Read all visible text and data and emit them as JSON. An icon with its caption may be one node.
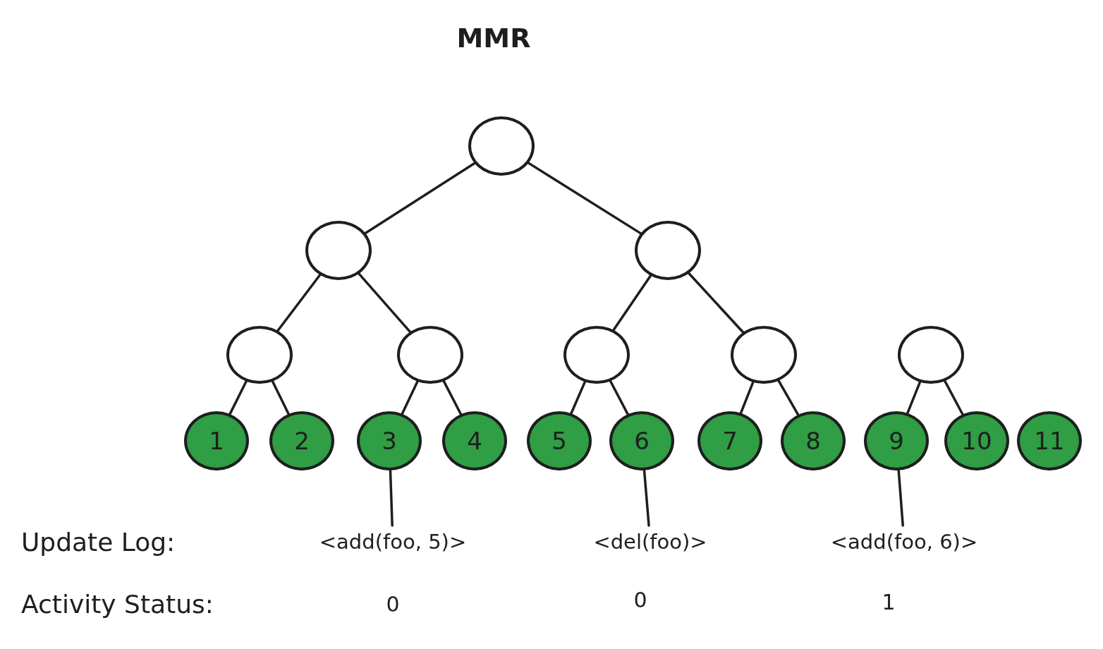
{
  "diagram": {
    "title": "MMR",
    "nodes": [
      {
        "text": [],
        "shape": "circle"
      },
      {
        "text": [],
        "shape": "circle"
      },
      {
        "text": [],
        "shape": "circle"
      },
      {
        "text": [],
        "shape": "circle"
      },
      {
        "text": [],
        "shape": "circle"
      },
      {
        "text": [],
        "shape": "circle"
      },
      {
        "text": [],
        "shape": "circle"
      },
      {
        "text": [],
        "shape": "circle"
      },
      {
        "text": [
          "1"
        ]
      },
      {
        "text": [
          "2"
        ]
      },
      {
        "text": [
          "3"
        ]
      },
      {
        "text": [
          "4"
        ]
      },
      {
        "text": [
          "5"
        ]
      },
      {
        "text": [
          "6"
        ]
      },
      {
        "text": [
          "7"
        ]
      },
      {
        "text": [
          "8"
        ]
      },
      {
        "text": [
          "9"
        ]
      },
      {
        "text": [
          "10"
        ]
      },
      {
        "text": [
          "11"
        ]
      },
      {
        "text": [
          "<add(foo, 5)>"
        ]
      },
      {
        "text": [
          "<del(foo)>"
        ]
      },
      {
        "text": [
          "<add(foo, 6)>"
        ]
      }
    ],
    "edges": [
      {
        "from": 0,
        "to": 1,
        "arrow": "none"
      },
      {
        "from": 0,
        "to": 2,
        "arrow": "none"
      },
      {
        "from": 1,
        "to": 3,
        "arrow": "none"
      },
      {
        "from": 1,
        "to": 4,
        "arrow": "none"
      },
      {
        "from": 2,
        "to": 5,
        "arrow": "none"
      },
      {
        "from": 2,
        "to": 6,
        "arrow": "none"
      },
      {
        "from": 3,
        "to": 8,
        "arrow": "none"
      },
      {
        "from": 3,
        "to": 9,
        "arrow": "none"
      },
      {
        "from": 4,
        "to": 10,
        "arrow": "none"
      },
      {
        "from": 4,
        "to": 11,
        "arrow": "none"
      },
      {
        "from": 5,
        "to": 12,
        "arrow": "none"
      },
      {
        "from": 5,
        "to": 13,
        "arrow": "none"
      },
      {
        "from": 6,
        "to": 14,
        "arrow": "none"
      },
      {
        "from": 6,
        "to": 15,
        "arrow": "none"
      },
      {
        "from": 7,
        "to": 16,
        "arrow": "none"
      },
      {
        "from": 7,
        "to": 17,
        "arrow": "none"
      },
      {
        "from": 10,
        "to": 19,
        "arrow": "none"
      },
      {
        "from": 13,
        "to": 20,
        "arrow": "none"
      },
      {
        "from": 16,
        "to": 21,
        "arrow": "none"
      }
    ],
    "labels": [
      "Update Log:",
      "Activity Status:",
      "0",
      "0",
      "1"
    ]
  }
}
